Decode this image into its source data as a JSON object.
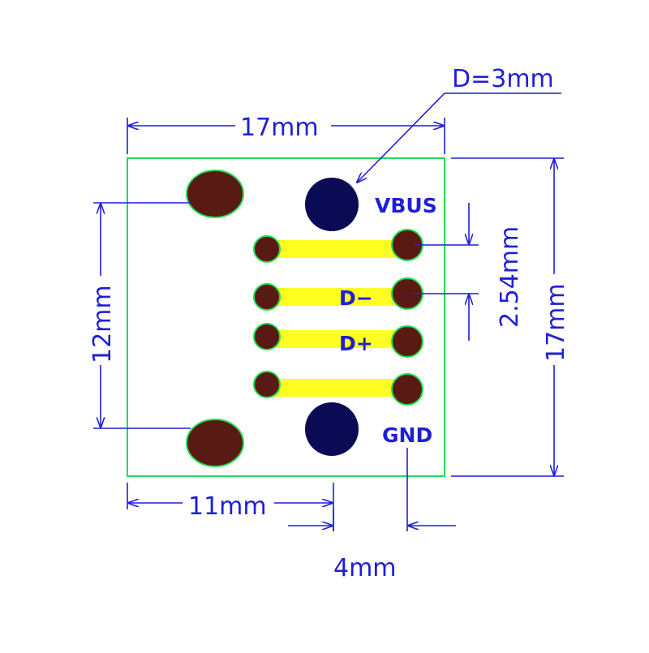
{
  "colors": {
    "board_outline": "#22dd55",
    "dimension": "#1f1fd6",
    "trace": "#ffff22",
    "pad_fill": "#5a1a14",
    "mount_hole": "#0a0a55"
  },
  "labels": {
    "vbus": "VBUS",
    "d_minus": "D−",
    "d_plus": "D+",
    "gnd": "GND"
  },
  "dimensions": {
    "hole_diameter": "D=3mm",
    "width_top": "17mm",
    "height_right": "17mm",
    "height_left": "12mm",
    "bottom_left": "11mm",
    "bottom_right": "4mm",
    "pitch": "2.54mm"
  }
}
